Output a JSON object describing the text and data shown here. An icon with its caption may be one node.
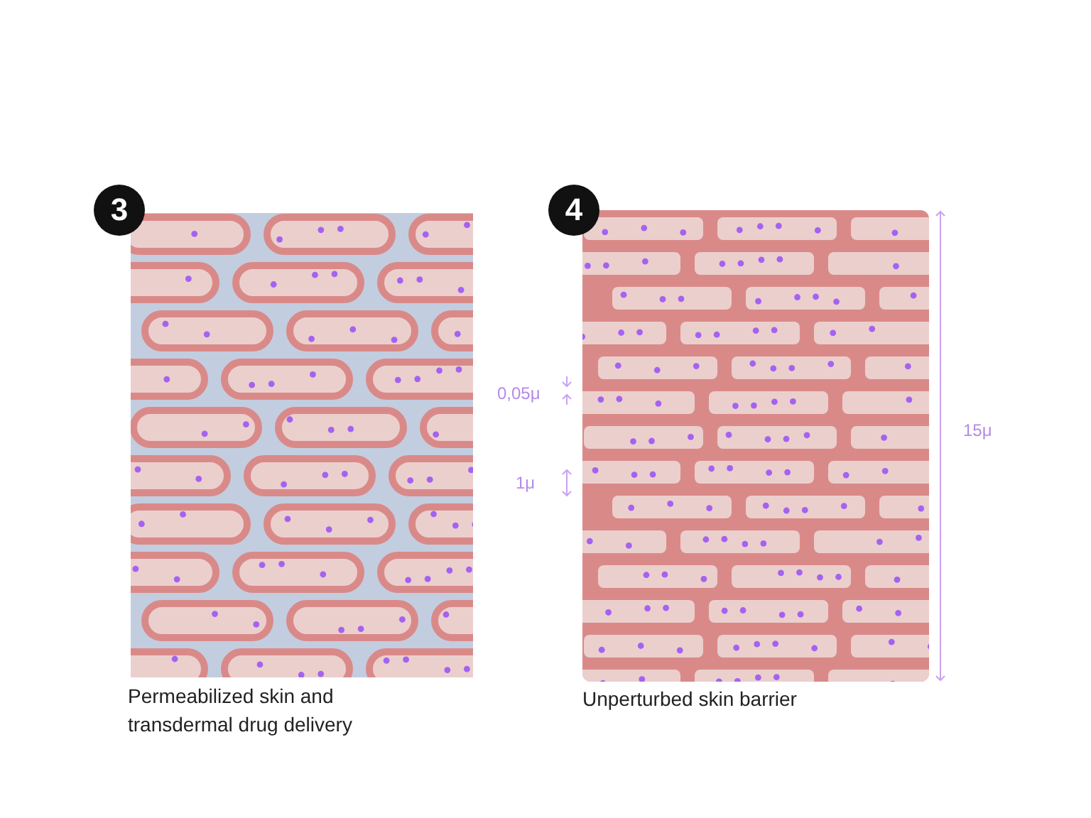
{
  "diagram": {
    "labels": [
      "3",
      "Permeabilized skin and transdermal drug delivery",
      "4",
      "0,05μ",
      "1μ",
      "15μ",
      "Unperturbed skin barrier"
    ]
  }
}
